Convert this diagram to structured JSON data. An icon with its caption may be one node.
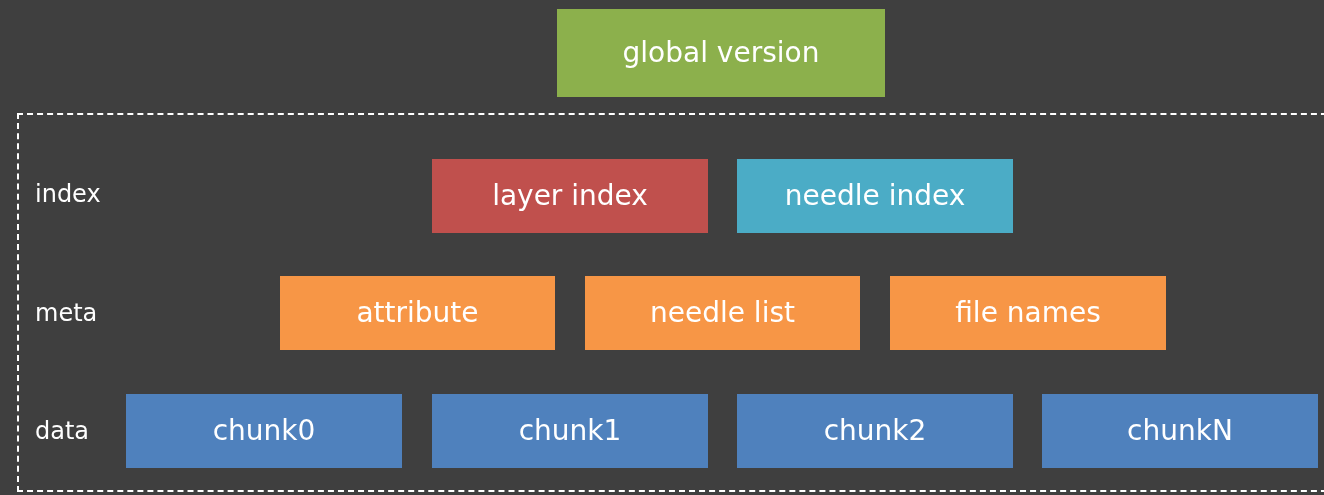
{
  "diagram": {
    "nodes": [
      {
        "text": [
          "global version"
        ]
      },
      {
        "text": [],
        "shape": "box"
      },
      {
        "text": [
          "layer index"
        ],
        "in": 1
      },
      {
        "text": [
          "needle index"
        ],
        "in": 1
      },
      {
        "text": [
          "attribute"
        ],
        "in": 1
      },
      {
        "text": [
          "needle list"
        ],
        "in": 1
      },
      {
        "text": [
          "file names"
        ],
        "in": 1
      },
      {
        "text": [
          "chunk0"
        ],
        "in": 1
      },
      {
        "text": [
          "chunk1"
        ],
        "in": 1
      },
      {
        "text": [
          "chunk2"
        ],
        "in": 1
      },
      {
        "text": [
          "chunkN"
        ],
        "in": 1
      }
    ],
    "labels": [
      "index",
      "meta",
      "data"
    ]
  }
}
